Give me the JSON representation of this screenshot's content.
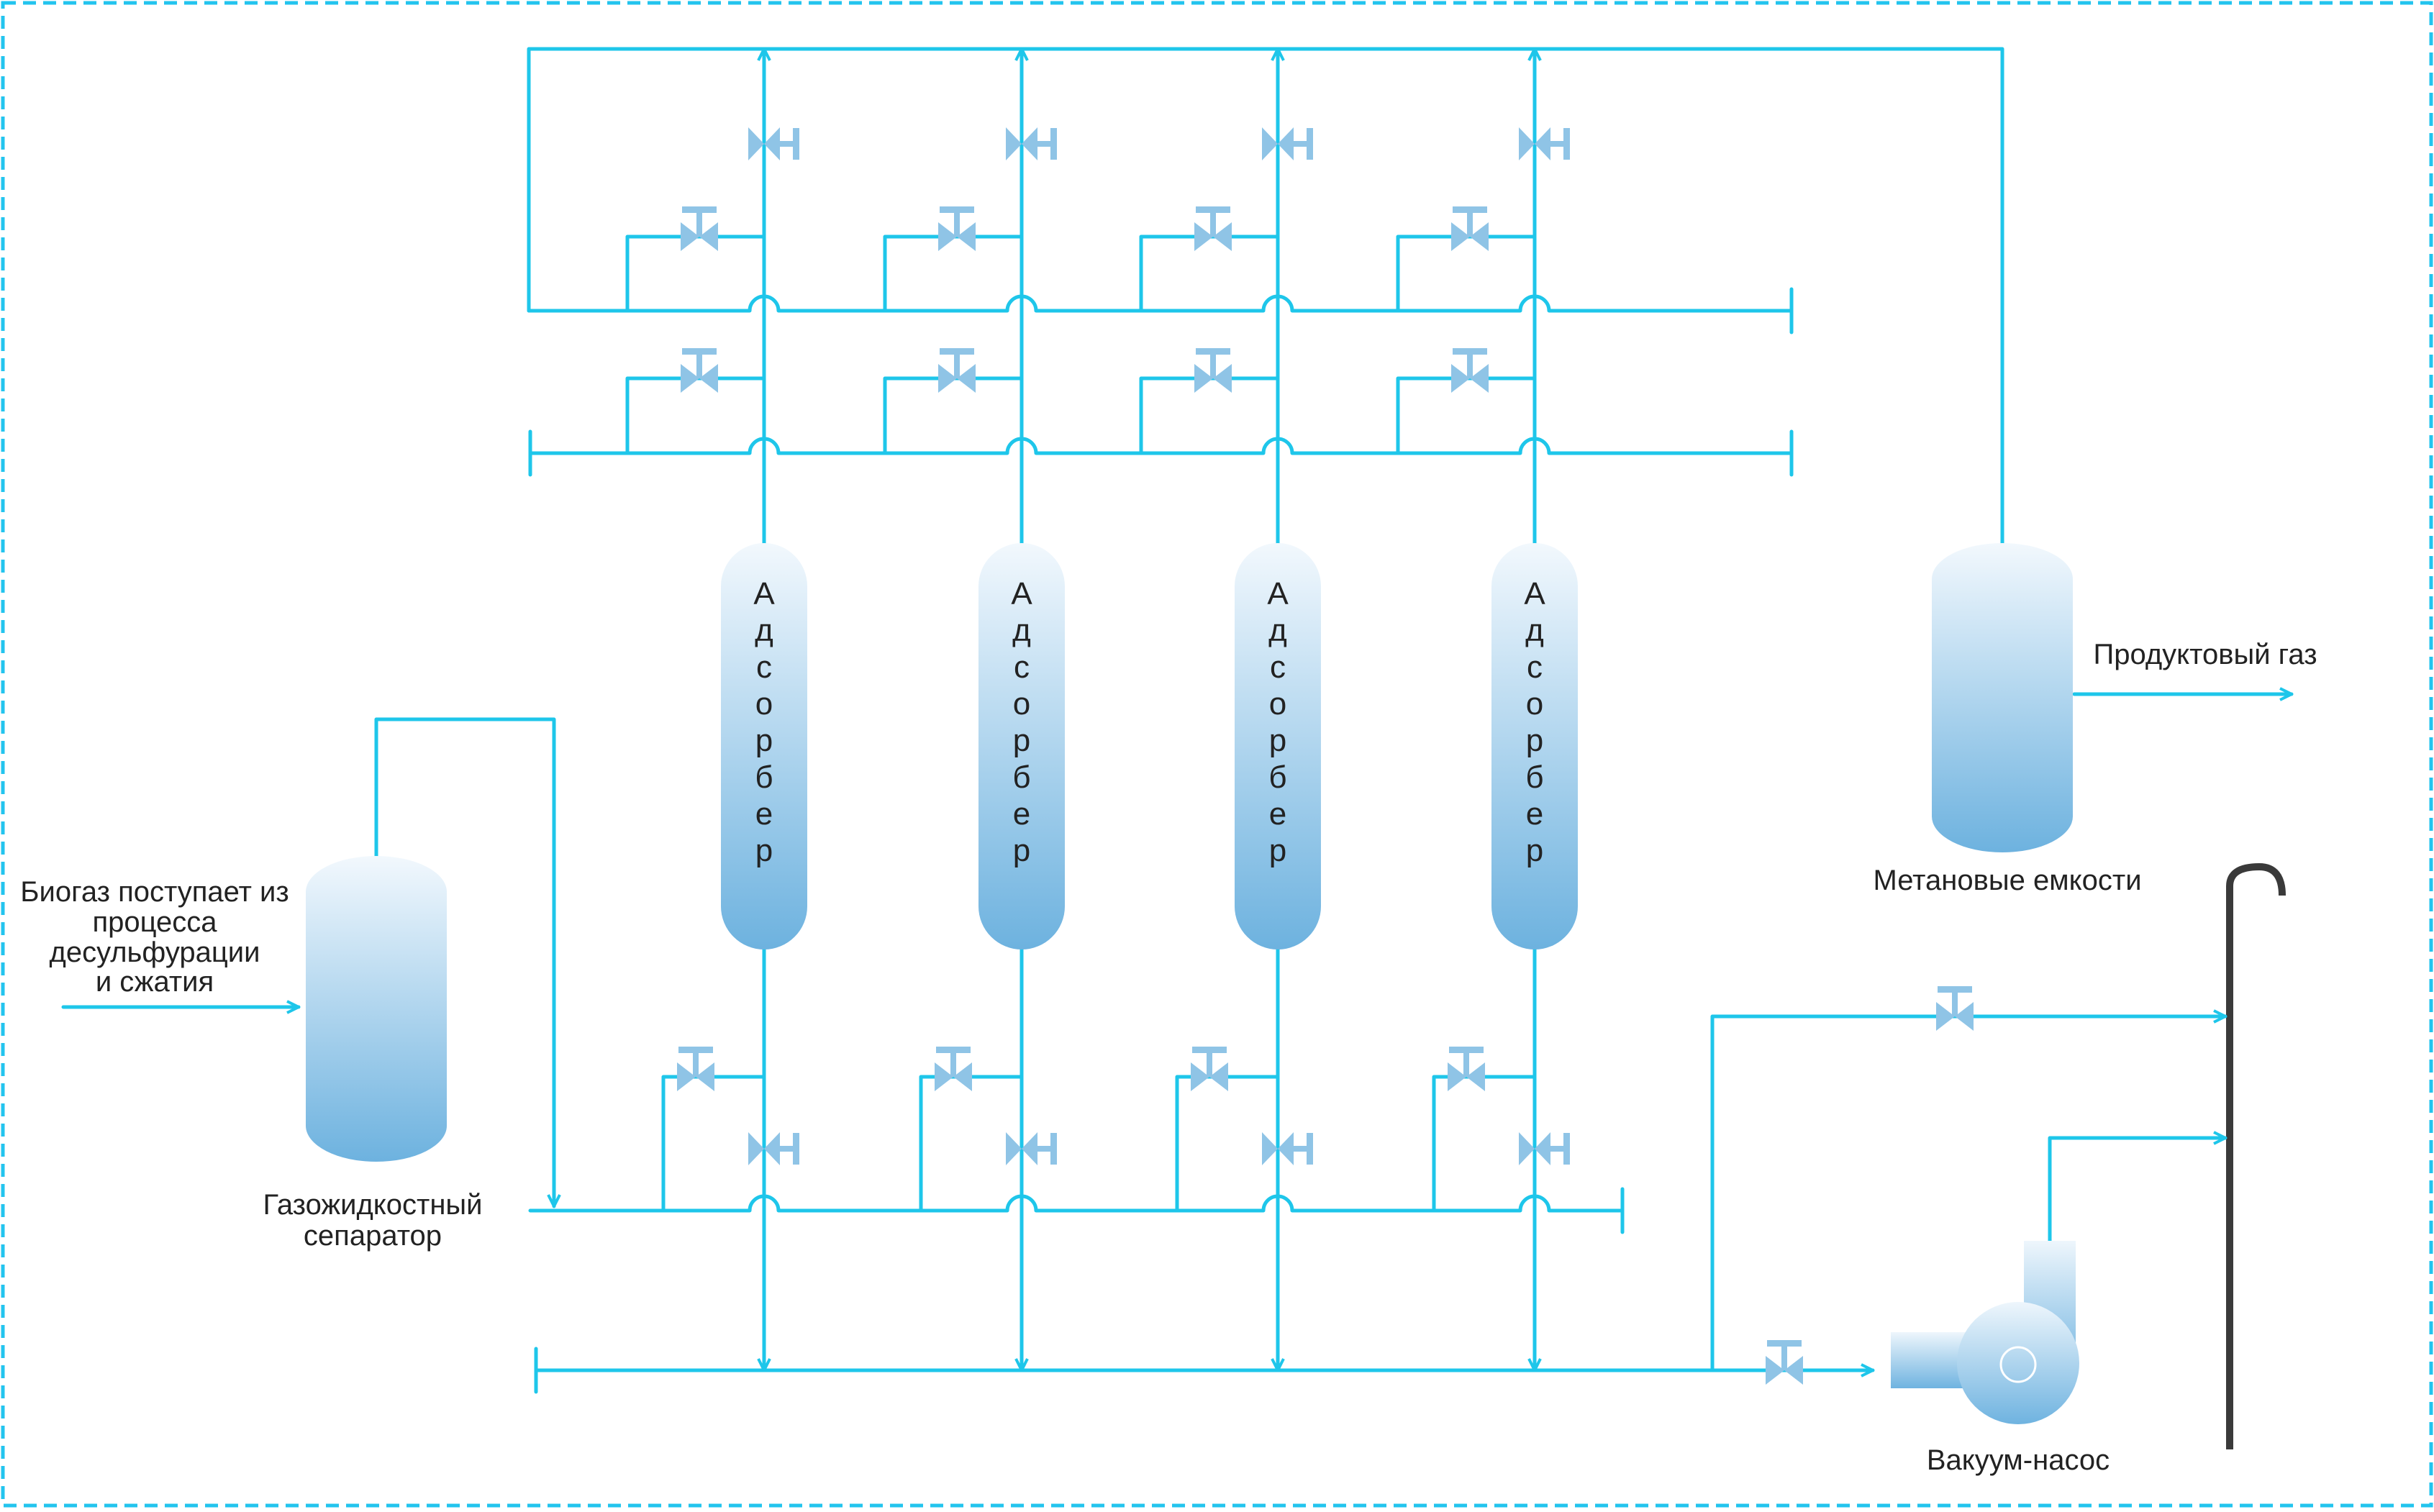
{
  "labels": {
    "inlet": [
      "Биогаз поступает из",
      "процесса",
      "десульфурации",
      "и сжатия"
    ],
    "separator": [
      "Газожидкостный",
      "сепаратор"
    ],
    "adsorber": "Адсорбер",
    "methane_tank": "Метановые емкости",
    "product_gas": "Продуктовый газ",
    "vacuum_pump": "Вакуум-насос"
  },
  "adsorbers": [
    {
      "id": "1",
      "label": "Адсорбер"
    },
    {
      "id": "2",
      "label": "Адсорбер"
    },
    {
      "id": "3",
      "label": "Адсорбер"
    },
    {
      "id": "4",
      "label": "Адсорбер"
    }
  ],
  "colors": {
    "pipe": "#1ec6ea",
    "border": "#23c4ee",
    "vessel_top": "#f2f8fd",
    "vessel_bottom": "#6db2df",
    "valve": "#8fc4e6",
    "stack": "#3a3a3a"
  },
  "icons": {
    "gate_valve": "gate-valve-icon",
    "globe_valve": "globe-valve-icon",
    "flow_arrow": "arrow-icon",
    "vacuum_pump": "vacuum-pump-icon",
    "vent_stack": "vent-stack-icon"
  }
}
